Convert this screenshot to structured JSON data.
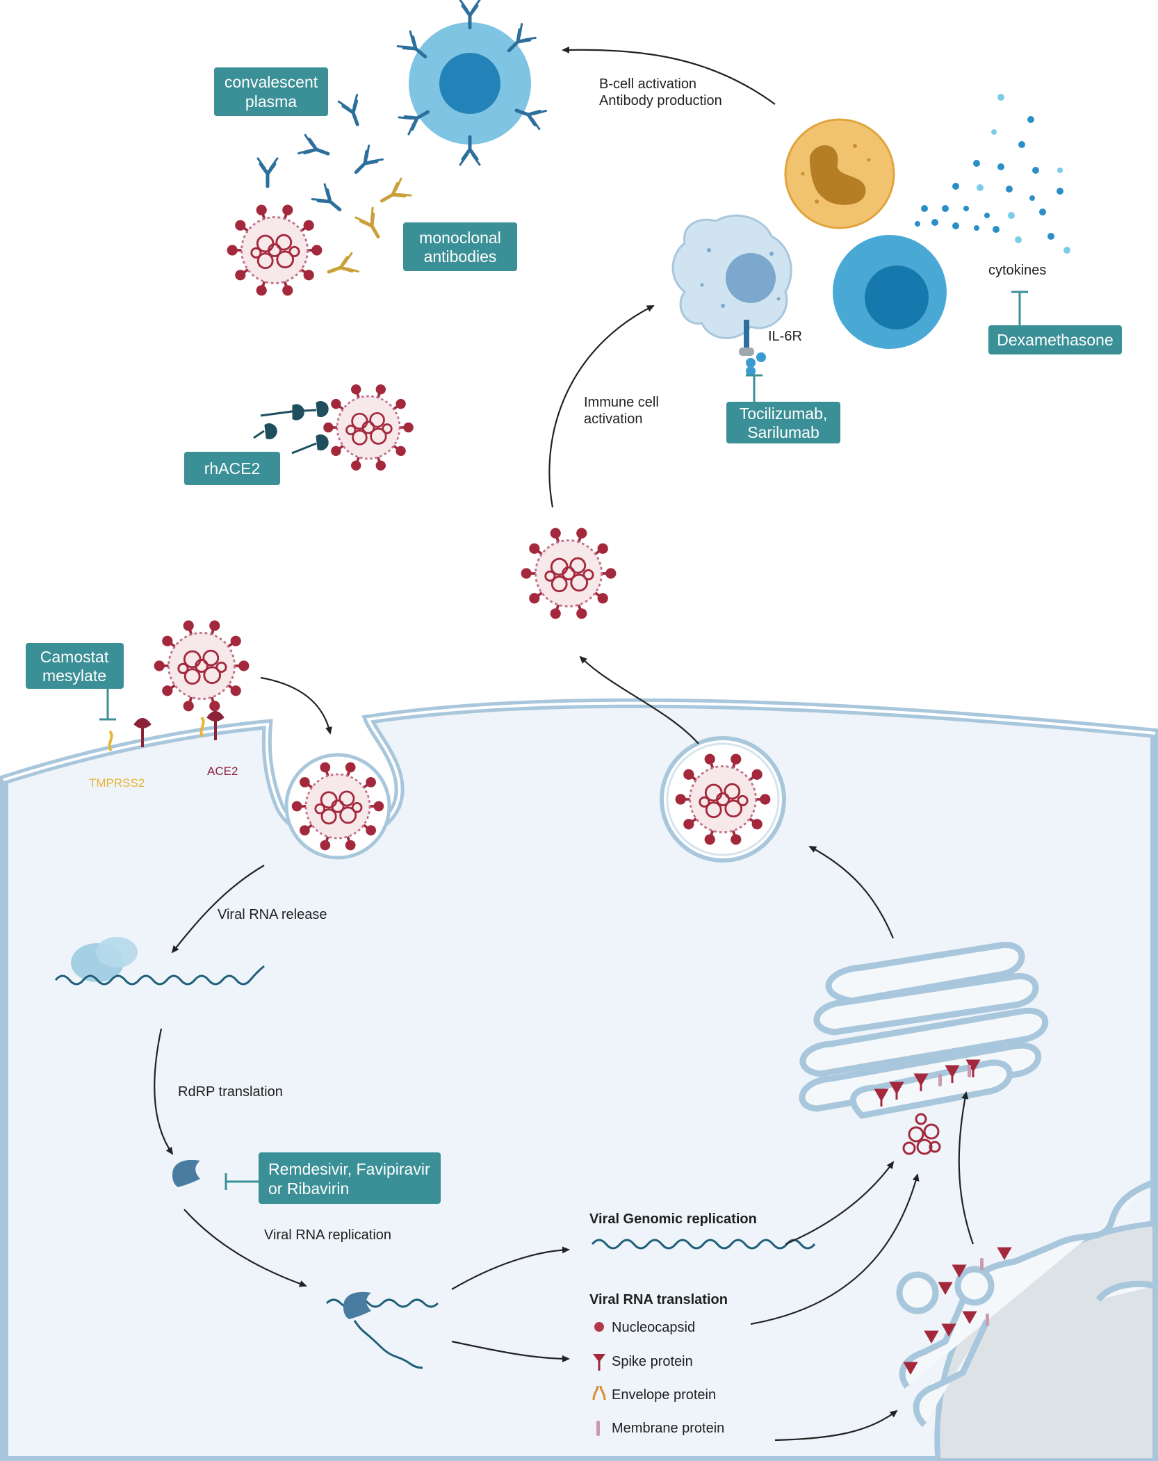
{
  "drug_boxes": {
    "convalescent_plasma": [
      "convalescent",
      "plasma"
    ],
    "monoclonal_antibodies": [
      "monoclonal",
      "antibodies"
    ],
    "rhace2": "rhACE2",
    "camostat": [
      "Camostat",
      "mesylate"
    ],
    "tocilizumab": [
      "Tocilizumab,",
      "Sarilumab"
    ],
    "dexamethasone": "Dexamethasone",
    "remdesivir": [
      "Remdesivir, Favipiravir",
      "or Ribavirin"
    ]
  },
  "labels": {
    "b_cell": [
      "B-cell activation",
      "Antibody production"
    ],
    "cytokines": "cytokines",
    "il6r": "IL-6R",
    "immune_activation": [
      "Immune cell",
      "activation"
    ],
    "tmprss2": "TMPRSS2",
    "ace2": "ACE2",
    "viral_rna_release": "Viral RNA release",
    "rdrp_translation": "RdRP translation",
    "viral_rna_replication": "Viral RNA replication",
    "viral_genomic_replication": "Viral Genomic replication",
    "viral_rna_translation": "Viral RNA translation"
  },
  "legend": [
    {
      "icon": "nucleocapsid-icon",
      "label": "Nucleocapsid",
      "color": "#b5374a"
    },
    {
      "icon": "spike-icon",
      "label": "Spike protein",
      "color": "#a3283c"
    },
    {
      "icon": "envelope-icon",
      "label": "Envelope protein",
      "color": "#d98a2b"
    },
    {
      "icon": "membrane-icon",
      "label": "Membrane protein",
      "color": "#c99ab0"
    }
  ],
  "colors": {
    "box": "#3b8f96",
    "cell_fill": "#eef4f9",
    "membrane": "#a9c7dc",
    "virus": "#a3283c",
    "antibody_blue": "#2d6f9c",
    "antibody_gold": "#c9a03a"
  }
}
